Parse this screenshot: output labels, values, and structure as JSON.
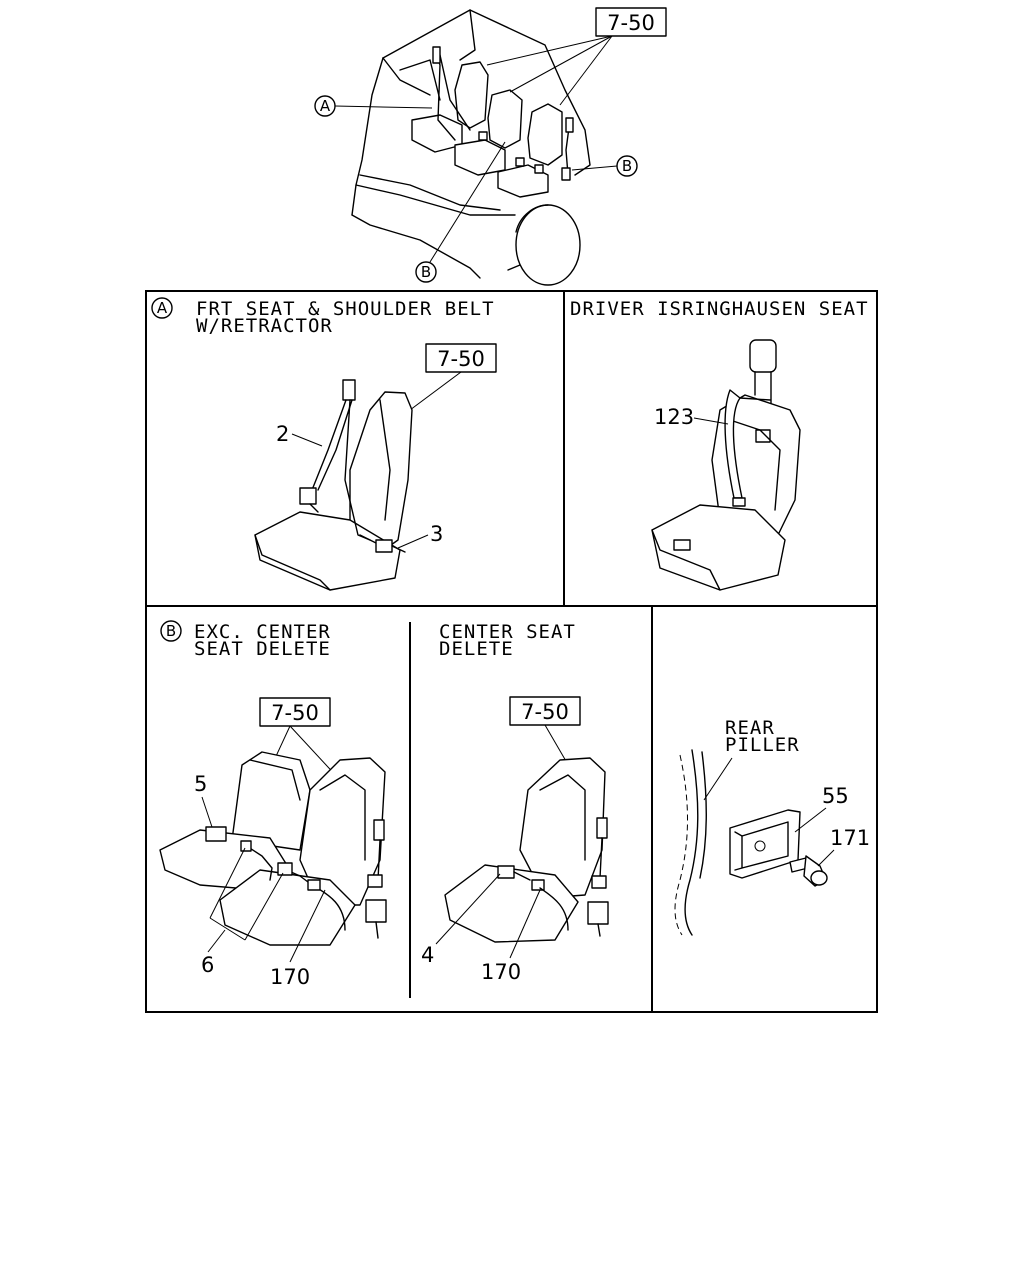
{
  "ref_page": "7-50",
  "callout_a": "A",
  "callout_b": "B",
  "panels": {
    "frt_seat": {
      "title_line1": "FRT SEAT & SHOULDER BELT",
      "title_line2": "W/RETRACTOR",
      "parts": [
        "2",
        "3"
      ]
    },
    "driver_seat": {
      "title": "DRIVER ISRINGHAUSEN SEAT",
      "parts": [
        "123"
      ]
    },
    "exc_center": {
      "title_line1": "EXC. CENTER",
      "title_line2": "SEAT DELETE",
      "parts": [
        "5",
        "6",
        "170"
      ]
    },
    "center_delete": {
      "title_line1": "CENTER SEAT",
      "title_line2": "DELETE",
      "parts": [
        "4",
        "170"
      ]
    },
    "rear_pillar": {
      "label_line1": "REAR",
      "label_line2": "PILLER",
      "parts": [
        "55",
        "171"
      ]
    }
  }
}
